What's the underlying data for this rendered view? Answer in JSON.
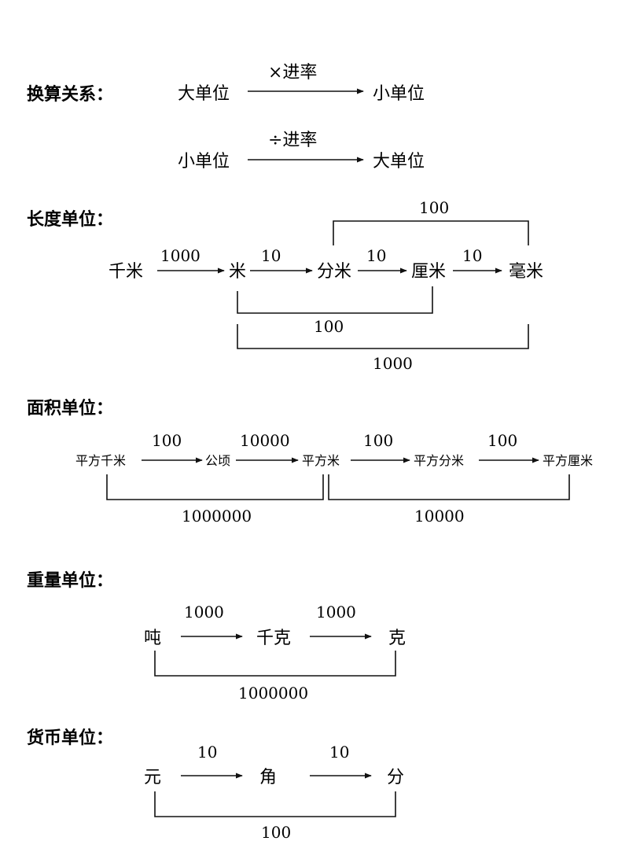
{
  "conversion": {
    "heading": "换算关系：",
    "rows": [
      {
        "from": "大单位",
        "op": "×进率",
        "to": "小单位"
      },
      {
        "from": "小单位",
        "op": "÷进率",
        "to": "大单位"
      }
    ]
  },
  "length": {
    "heading": "长度单位：",
    "units": [
      "千米",
      "米",
      "分米",
      "厘米",
      "毫米"
    ],
    "rates": [
      "1000",
      "10",
      "10",
      "10"
    ],
    "brackets": [
      {
        "from": "分米",
        "to": "毫米",
        "value": "100",
        "side": "above"
      },
      {
        "from": "米",
        "to": "厘米",
        "value": "100",
        "side": "below"
      },
      {
        "from": "米",
        "to": "毫米",
        "value": "1000",
        "side": "below"
      }
    ]
  },
  "area": {
    "heading": "面积单位：",
    "units": [
      "平方千米",
      "公顷",
      "平方米",
      "平方分米",
      "平方厘米"
    ],
    "rates": [
      "100",
      "10000",
      "100",
      "100"
    ],
    "brackets": [
      {
        "from": "平方千米",
        "to": "平方米",
        "value": "1000000",
        "side": "below"
      },
      {
        "from": "平方米",
        "to": "平方厘米",
        "value": "10000",
        "side": "below"
      }
    ]
  },
  "weight": {
    "heading": "重量单位：",
    "units": [
      "吨",
      "千克",
      "克"
    ],
    "rates": [
      "1000",
      "1000"
    ],
    "brackets": [
      {
        "from": "吨",
        "to": "克",
        "value": "1000000",
        "side": "below"
      }
    ]
  },
  "money": {
    "heading": "货币单位：",
    "units": [
      "元",
      "角",
      "分"
    ],
    "rates": [
      "10",
      "10"
    ],
    "brackets": [
      {
        "from": "元",
        "to": "分",
        "value": "100",
        "side": "below"
      }
    ]
  }
}
